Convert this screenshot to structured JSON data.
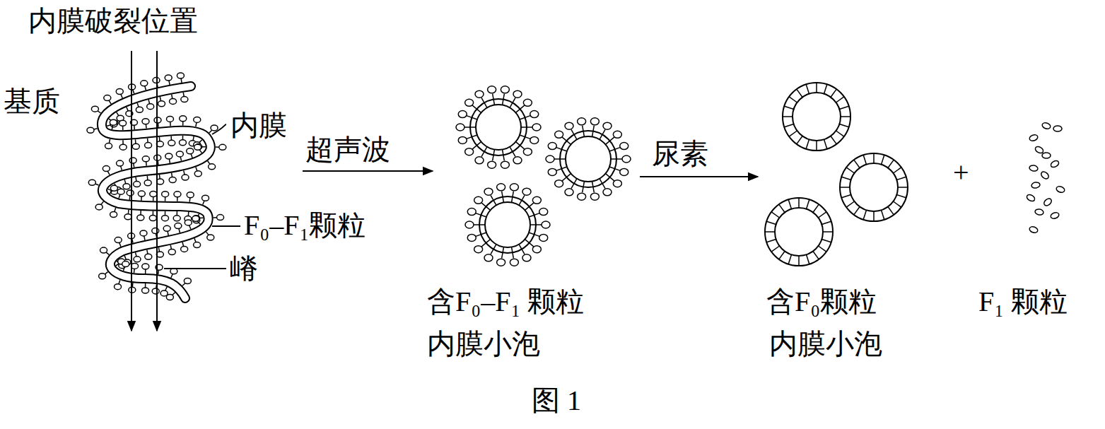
{
  "diagram": {
    "caption": "图 1",
    "labels": [
      "内膜破裂位置",
      "基质",
      "内膜",
      "F₀–F₁颗粒",
      "嵴",
      "超声波",
      "尿素",
      "含F₀–F₁ 颗粒",
      "内膜小泡",
      "含F₀颗粒",
      "内膜小泡",
      "+",
      "F₁ 颗粒"
    ]
  }
}
